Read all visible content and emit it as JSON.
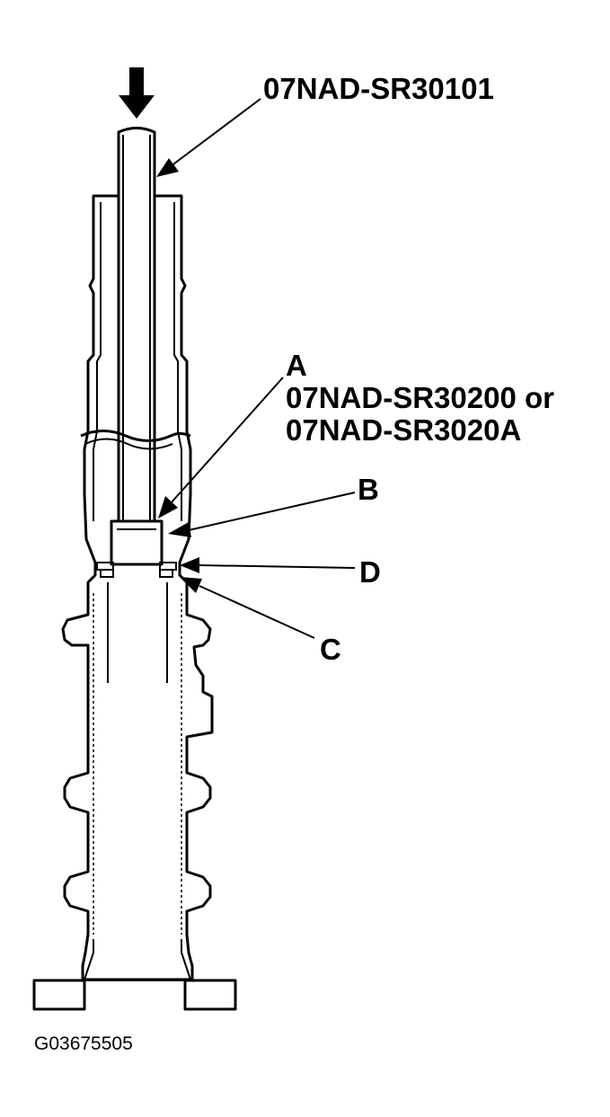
{
  "labels": {
    "tool_main": "07NAD-SR30101",
    "part_a_letter": "A",
    "part_a_tool_1": "07NAD-SR30200 or",
    "part_a_tool_2": "07NAD-SR3020A",
    "part_b": "B",
    "part_c": "C",
    "part_d": "D",
    "figure_code": "G03675505"
  },
  "icons": {
    "press_direction": "down-arrow-icon"
  }
}
